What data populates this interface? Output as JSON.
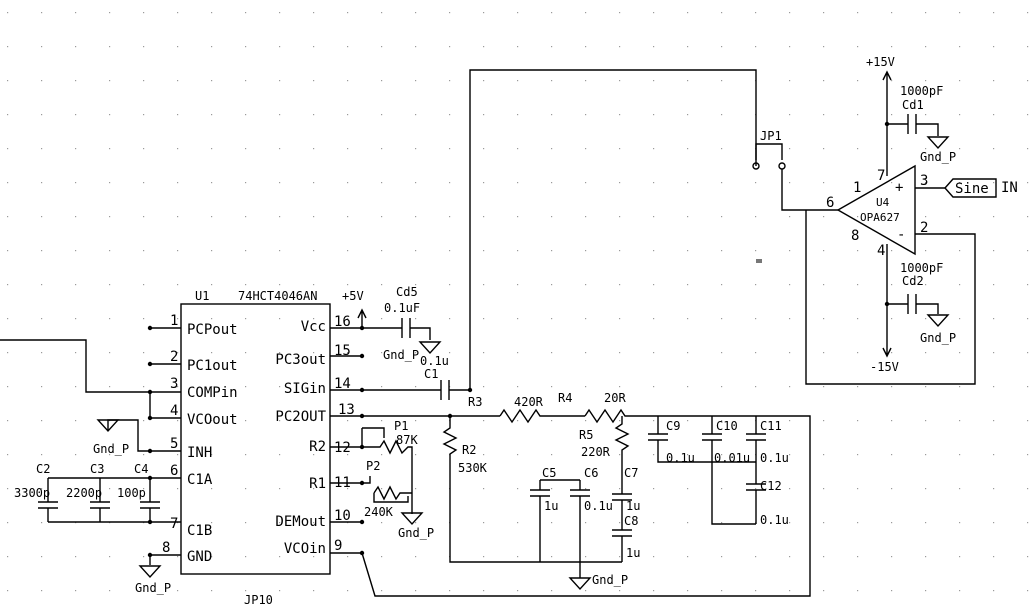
{
  "ic": {
    "ref": "U1",
    "part": "74HCT4046AN",
    "pins_left": [
      {
        "num": "1",
        "name": "PCPout"
      },
      {
        "num": "2",
        "name": "PC1out"
      },
      {
        "num": "3",
        "name": "COMPin"
      },
      {
        "num": "4",
        "name": "VCOout"
      },
      {
        "num": "5",
        "name": "INH"
      },
      {
        "num": "6",
        "name": "C1A"
      },
      {
        "num": "7",
        "name": "C1B"
      },
      {
        "num": "8",
        "name": "GND"
      }
    ],
    "pins_right": [
      {
        "num": "16",
        "name": "Vcc"
      },
      {
        "num": "15",
        "name": "PC3out"
      },
      {
        "num": "14",
        "name": "SIGin"
      },
      {
        "num": "13",
        "name": "PC2OUT"
      },
      {
        "num": "12",
        "name": "R2"
      },
      {
        "num": "11",
        "name": "R1"
      },
      {
        "num": "10",
        "name": "DEMout"
      },
      {
        "num": "9",
        "name": "VCOin"
      }
    ]
  },
  "opamp": {
    "ref": "U4",
    "part": "OPA627",
    "pins": {
      "p1": "1",
      "p2": "2",
      "p3": "3",
      "p4": "4",
      "p6": "6",
      "p7": "7",
      "p8": "8"
    },
    "plus": "+",
    "minus": "-",
    "vpos": "+15V",
    "vneg": "-15V",
    "input_port": "Sine",
    "input_label": "IN"
  },
  "jumper": {
    "ref": "JP1"
  },
  "bottom_ref": "JP10",
  "supply_5v": "+5V",
  "gnd": "Gnd_P",
  "components": {
    "Cd1": {
      "ref": "Cd1",
      "value": "1000pF"
    },
    "Cd2": {
      "ref": "Cd2",
      "value": "1000pF"
    },
    "Cd5": {
      "ref": "Cd5",
      "value": "0.1uF"
    },
    "C1": {
      "ref": "C1",
      "value": "0.1u"
    },
    "C2": {
      "ref": "C2",
      "value": "3300p"
    },
    "C3": {
      "ref": "C3",
      "value": "2200p"
    },
    "C4": {
      "ref": "C4",
      "value": "100p"
    },
    "R3": {
      "ref": "R3",
      "value": "420R"
    },
    "R4": {
      "ref": "R4",
      "value": "20R"
    },
    "R5": {
      "ref": "R5",
      "value": "220R"
    },
    "R2": {
      "ref": "R2",
      "value": "530K"
    },
    "P1": {
      "ref": "P1",
      "value": "87K"
    },
    "P2": {
      "ref": "P2",
      "value": "240K"
    },
    "C5": {
      "ref": "C5",
      "value": "1u"
    },
    "C6": {
      "ref": "C6",
      "value": "0.1u"
    },
    "C7": {
      "ref": "C7",
      "value": "1u"
    },
    "C8": {
      "ref": "C8",
      "value": "1u"
    },
    "C9": {
      "ref": "C9",
      "value": "0.1u"
    },
    "C10": {
      "ref": "C10",
      "value": "0.01u"
    },
    "C11": {
      "ref": "C11",
      "value": "0.1u"
    },
    "C12": {
      "ref": "C12",
      "value": "0.1u"
    }
  }
}
